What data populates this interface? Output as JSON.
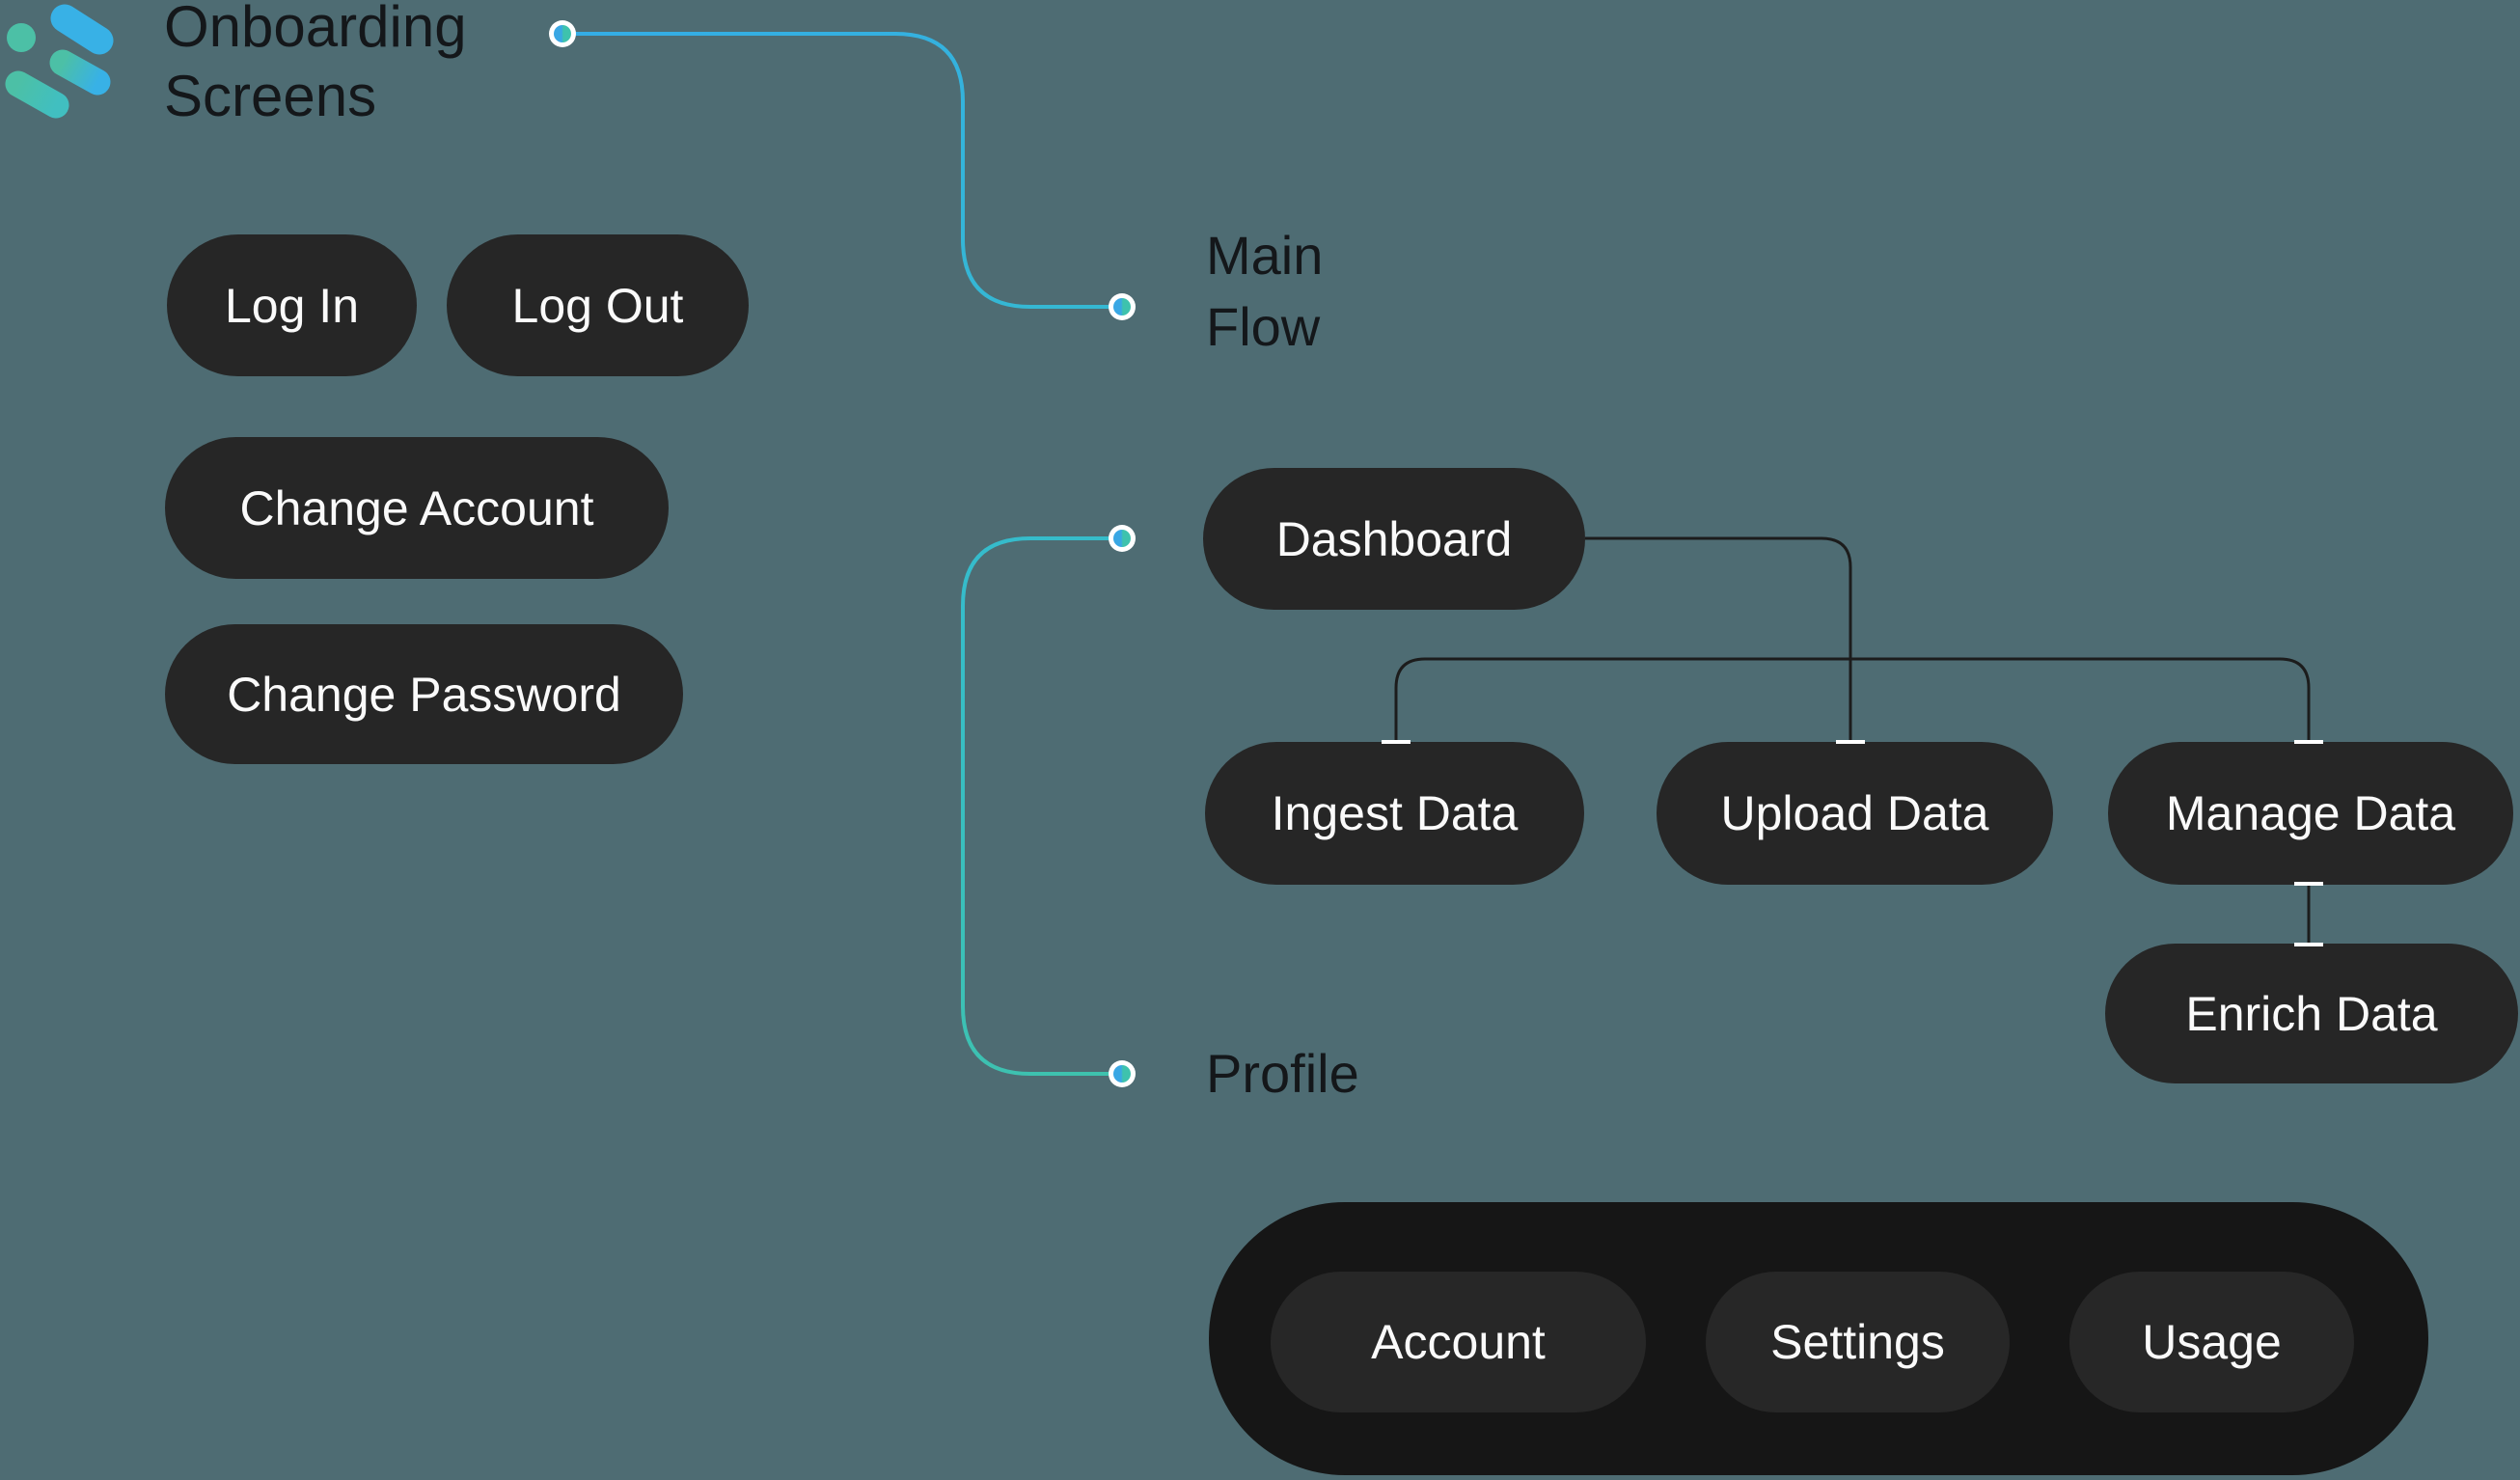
{
  "title": {
    "text": "Onboarding Screens"
  },
  "logo": {
    "icon": "molecule-logo-icon"
  },
  "headings": {
    "main_flow": "Main Flow",
    "profile": "Profile"
  },
  "auth_screens": {
    "items": [
      {
        "label": "Log In"
      },
      {
        "label": "Log Out"
      },
      {
        "label": "Change Account"
      },
      {
        "label": "Change Password"
      }
    ]
  },
  "main_flow": {
    "nodes": [
      {
        "label": "Dashboard"
      },
      {
        "label": "Ingest Data"
      },
      {
        "label": "Upload Data"
      },
      {
        "label": "Manage Data"
      },
      {
        "label": "Enrich Data"
      }
    ]
  },
  "profile_bar": {
    "tabs": [
      {
        "label": "Account"
      },
      {
        "label": "Settings"
      },
      {
        "label": "Usage"
      }
    ]
  },
  "colors": {
    "background": "#4e6c73",
    "node_fill": "#262626",
    "node_text": "#fafafa",
    "heading_text": "#14171a",
    "tab_bar_fill": "#161616",
    "tab_fill": "#272727",
    "connector_dark": "#1c1c1c",
    "cyan_start": "#34ade6",
    "cyan_end": "#3ec2ad",
    "logo_blue": "#38b1e6",
    "logo_teal": "#4cc0a6",
    "tick": "#ffffff"
  }
}
